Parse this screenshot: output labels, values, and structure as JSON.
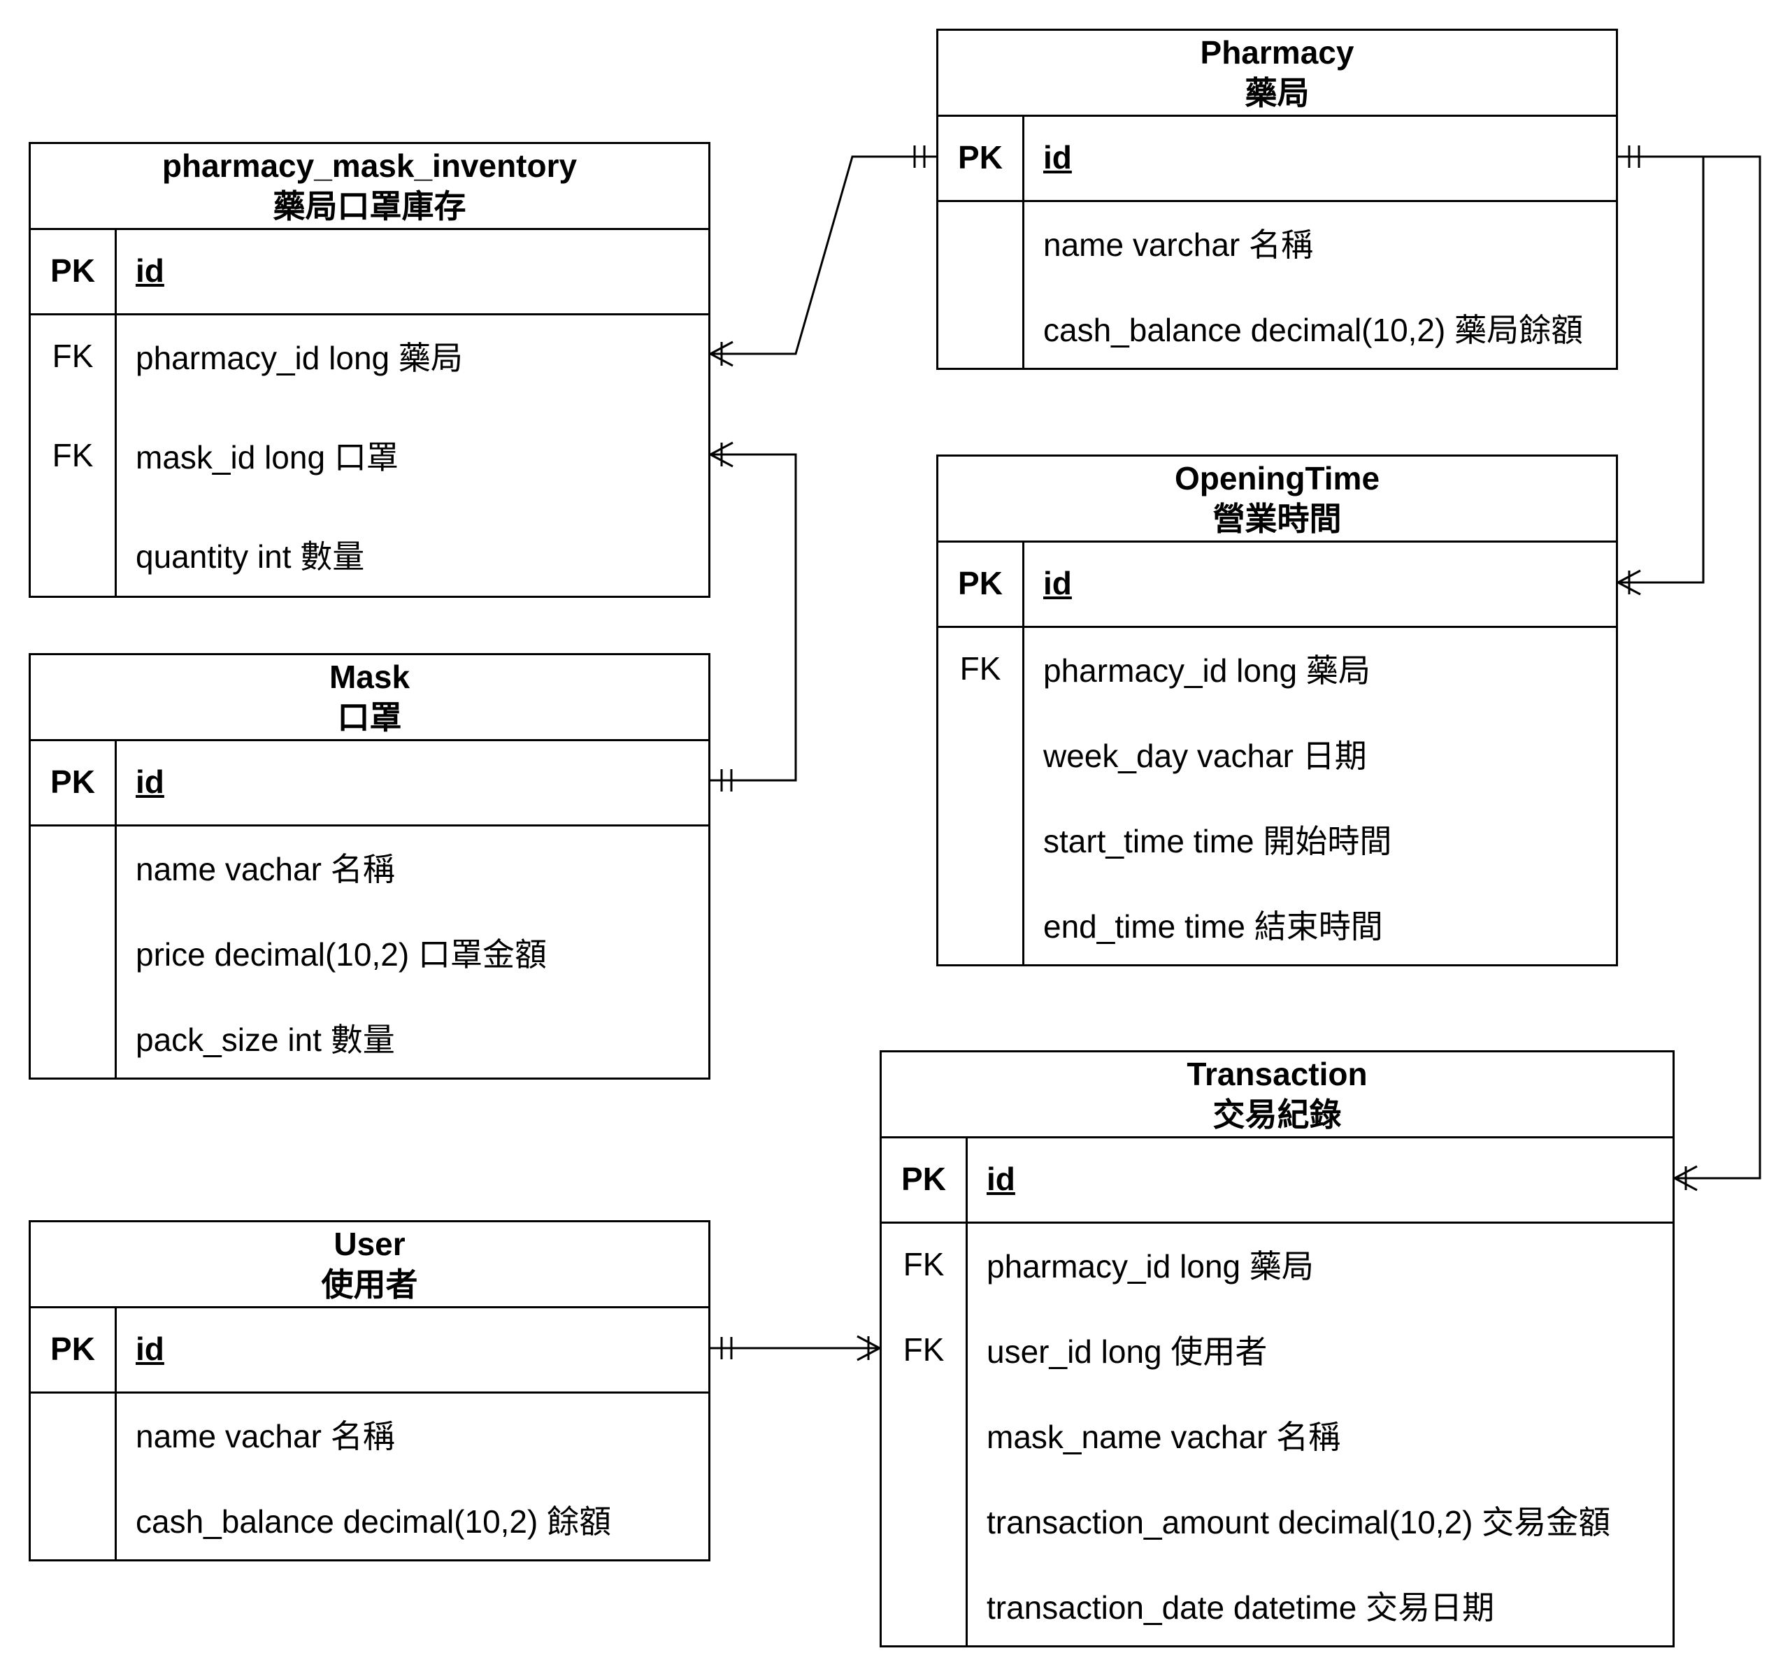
{
  "entities": {
    "inventory": {
      "title": "pharmacy_mask_inventory",
      "subtitle": "藥局口罩庫存",
      "pk_key": "PK",
      "pk_name": "id",
      "rows": [
        {
          "key": "FK",
          "name": "pharmacy_id long 藥局"
        },
        {
          "key": "FK",
          "name": "mask_id long 口罩"
        },
        {
          "key": "",
          "name": "quantity int 數量"
        }
      ]
    },
    "mask": {
      "title": "Mask",
      "subtitle": "口罩",
      "pk_key": "PK",
      "pk_name": "id",
      "rows": [
        {
          "key": "",
          "name": "name vachar 名稱"
        },
        {
          "key": "",
          "name": "price decimal(10,2) 口罩金額"
        },
        {
          "key": "",
          "name": "pack_size int 數量"
        }
      ]
    },
    "user": {
      "title": "User",
      "subtitle": "使用者",
      "pk_key": "PK",
      "pk_name": "id",
      "rows": [
        {
          "key": "",
          "name": "name vachar 名稱"
        },
        {
          "key": "",
          "name": "cash_balance decimal(10,2) 餘額"
        }
      ]
    },
    "pharmacy": {
      "title": "Pharmacy",
      "subtitle": "藥局",
      "pk_key": "PK",
      "pk_name": "id",
      "rows": [
        {
          "key": "",
          "name": "name varchar 名稱"
        },
        {
          "key": "",
          "name": "cash_balance decimal(10,2) 藥局餘額"
        }
      ]
    },
    "opening": {
      "title": "OpeningTime",
      "subtitle": "營業時間",
      "pk_key": "PK",
      "pk_name": "id",
      "rows": [
        {
          "key": "FK",
          "name": "pharmacy_id long 藥局"
        },
        {
          "key": "",
          "name": "week_day vachar 日期"
        },
        {
          "key": "",
          "name": "start_time time 開始時間"
        },
        {
          "key": "",
          "name": "end_time time 結束時間"
        }
      ]
    },
    "transaction": {
      "title": "Transaction",
      "subtitle": "交易紀錄",
      "pk_key": "PK",
      "pk_name": "id",
      "rows": [
        {
          "key": "FK",
          "name": "pharmacy_id long 藥局"
        },
        {
          "key": "FK",
          "name": "user_id long 使用者"
        },
        {
          "key": "",
          "name": "mask_name vachar 名稱"
        },
        {
          "key": "",
          "name": "transaction_amount decimal(10,2) 交易金額"
        },
        {
          "key": "",
          "name": "transaction_date datetime 交易日期"
        }
      ]
    }
  },
  "relationships": [
    {
      "from": "pharmacy",
      "to": "inventory",
      "cardinality": "one-to-many"
    },
    {
      "from": "mask",
      "to": "inventory",
      "cardinality": "one-to-many"
    },
    {
      "from": "pharmacy",
      "to": "opening",
      "cardinality": "one-to-many"
    },
    {
      "from": "pharmacy",
      "to": "transaction",
      "cardinality": "one-to-many"
    },
    {
      "from": "user",
      "to": "transaction",
      "cardinality": "one-to-many"
    }
  ]
}
